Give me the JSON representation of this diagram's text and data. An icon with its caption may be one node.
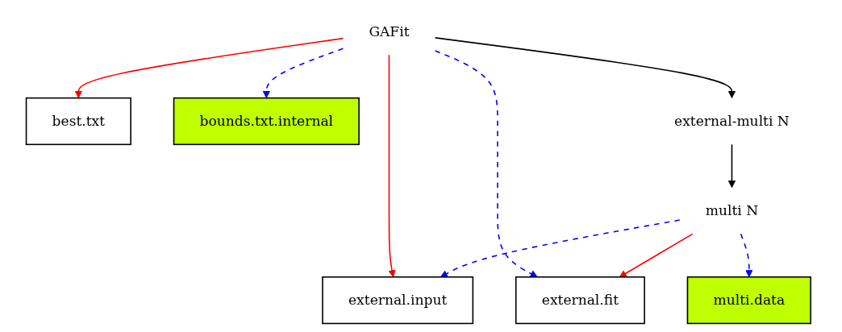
{
  "diagram": {
    "nodes": [
      {
        "text": [
          "GAFit"
        ]
      },
      {
        "text": [
          "best.txt"
        ]
      },
      {
        "text": [
          "bounds.txt.internal"
        ]
      },
      {
        "text": [
          "external-multi N"
        ]
      },
      {
        "text": [
          "external.fit"
        ]
      },
      {
        "text": [
          "external.input"
        ]
      },
      {
        "text": [
          "multi.data"
        ]
      },
      {
        "text": [
          "multi N"
        ]
      }
    ],
    "edges": [
      {
        "from": 0,
        "to": 2,
        "arrow": "to",
        "style": "dashed",
        "color": "#0000ff"
      },
      {
        "from": 0,
        "to": 5,
        "arrow": "to",
        "color": "#ff0000"
      },
      {
        "from": 0,
        "to": 1,
        "arrow": "to",
        "color": "#ff0000"
      },
      {
        "from": 0,
        "to": 3,
        "arrow": "to",
        "color": "#000000"
      },
      {
        "from": 0,
        "to": 4,
        "arrow": "to",
        "style": "dashed",
        "color": "#0000ff"
      },
      {
        "from": 3,
        "to": 7,
        "arrow": "to",
        "color": "#000000"
      },
      {
        "from": 7,
        "to": 5,
        "arrow": "to",
        "style": "dashed",
        "color": "#0000ff"
      },
      {
        "from": 7,
        "to": 4,
        "arrow": "to",
        "color": "#ff0000"
      },
      {
        "from": 7,
        "to": 6,
        "arrow": "to",
        "style": "dashed",
        "color": "#0000ff"
      }
    ]
  }
}
